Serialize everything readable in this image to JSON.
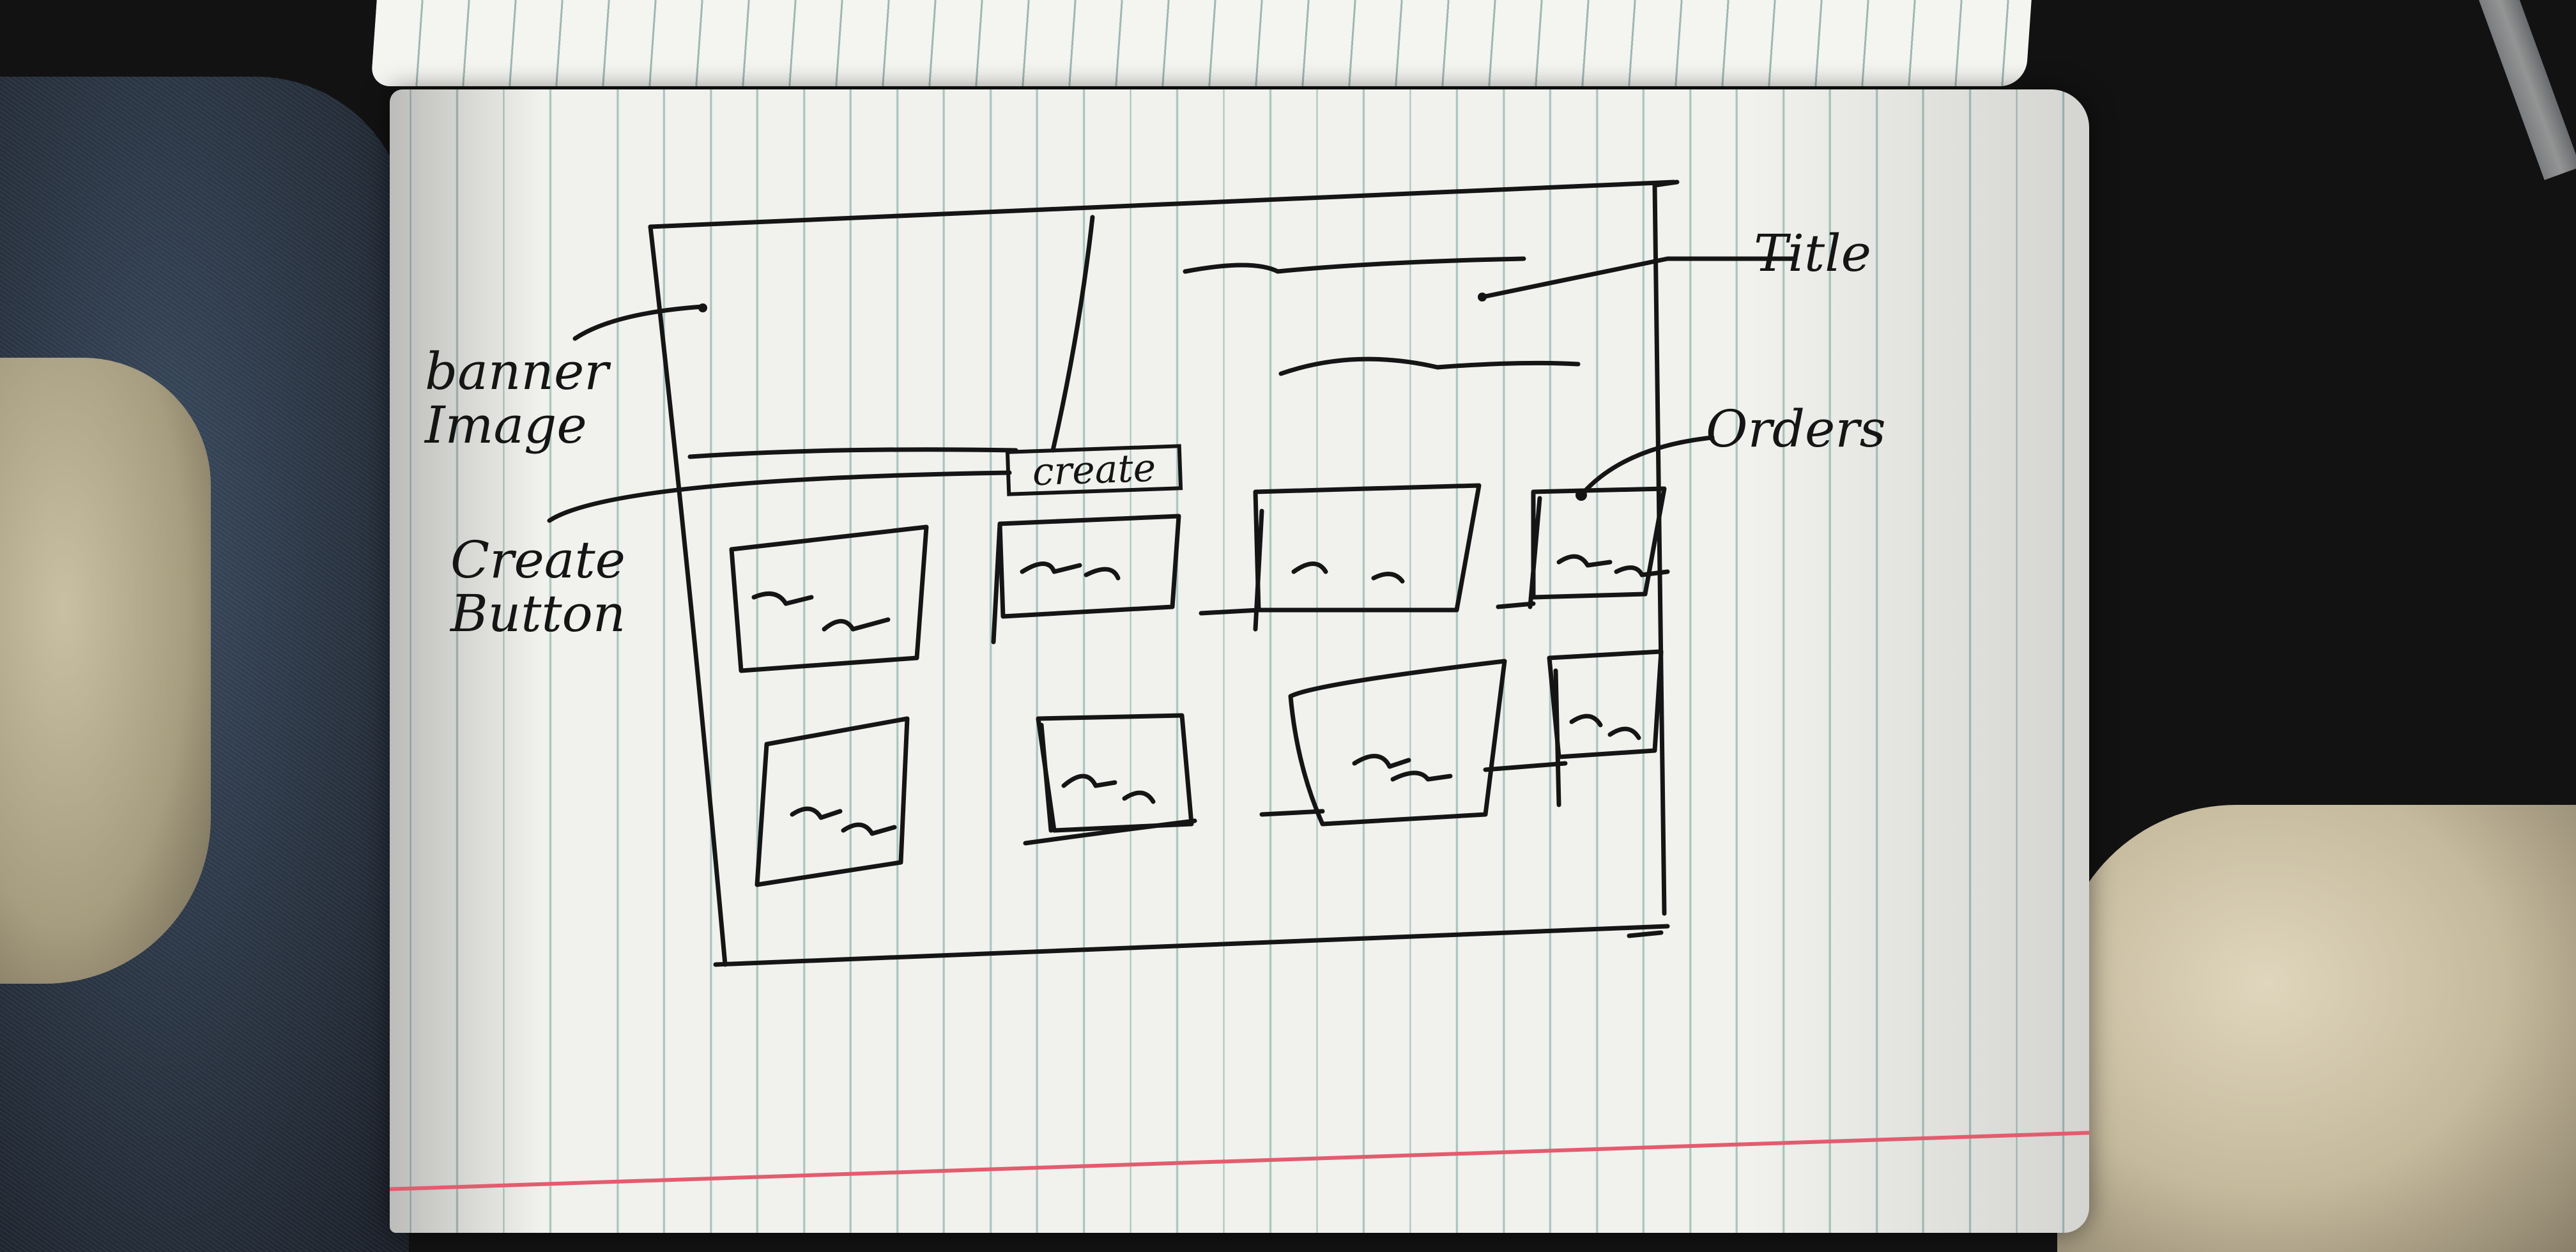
{
  "labels": {
    "banner": "banner\nImage",
    "create_button": "Create\nButton",
    "title": "Title",
    "orders": "Orders"
  },
  "create_button_label": "create",
  "colors": {
    "ink": "#151515",
    "paper": "#f1f1ee",
    "rule_lines": "#a9c4bf",
    "margin_line": "#e35c6e"
  }
}
